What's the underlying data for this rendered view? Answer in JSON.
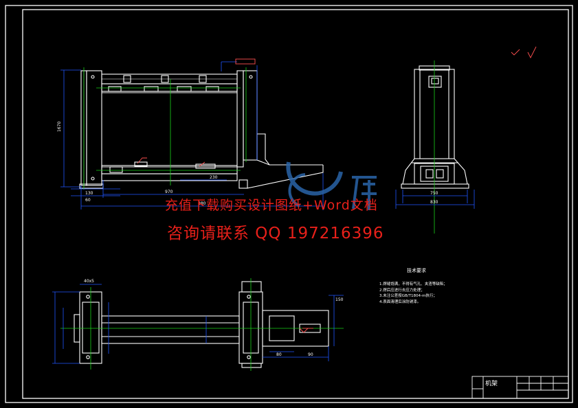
{
  "colors": {
    "background": "#000000",
    "outline": "#ffffff",
    "dimension": "#1f56ff",
    "centerline": "#19d219",
    "annotation": "#ff5050",
    "watermark": "#e8201a",
    "logo": "#2a64a8"
  },
  "drawing": {
    "title_block_title": "机架"
  },
  "dimensions": {
    "front_height": "1670",
    "front_base_left": "130",
    "front_base_left2": "60",
    "front_bottom_length": "970",
    "front_overall_length": "880",
    "front_inner_length": "230",
    "side_width": "750",
    "side_base": "830",
    "top_dim_a": "40x5",
    "top_dim_b": "80",
    "top_dim_c": "90",
    "top_dim_d": "150"
  },
  "notes": {
    "title": "技术要求",
    "items": [
      "1.焊缝饱满，不得有气孔、夹渣等缺陷；",
      "2.焊后应进行去应力处理；",
      "3.未注公差按GB/T1804-m执行；",
      "4.表面清理后涂防锈漆。"
    ]
  },
  "watermark": {
    "line1": "充值下载购买设计图纸+Word文档",
    "line2": "咨询请联系  QQ 197216396"
  }
}
